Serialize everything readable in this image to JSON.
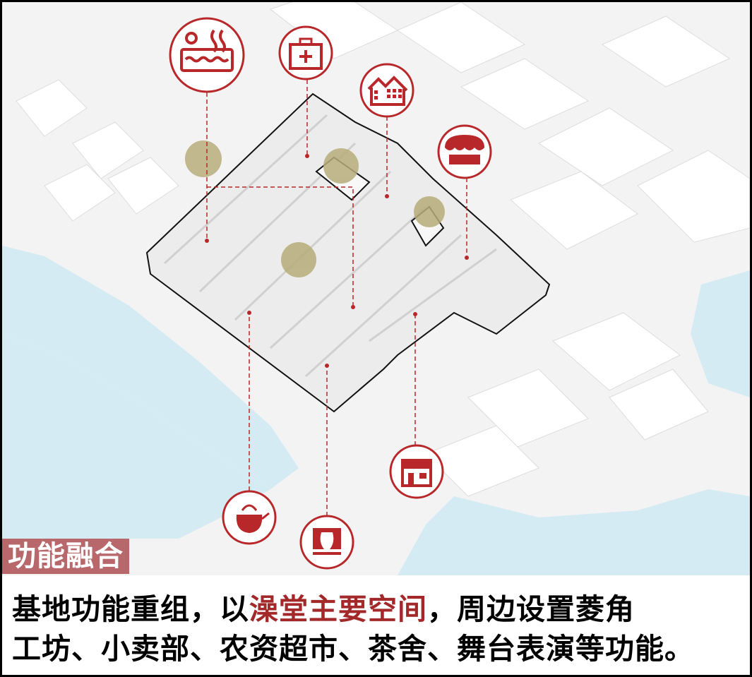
{
  "title_tag": "功能融合",
  "caption": {
    "line1_before": "基地功能重组，以",
    "line1_highlight": "澡堂主要空间",
    "line1_after": "，周边设置菱角",
    "line2": "工坊、小卖部、农资超市、茶舍、舞台表演等功能。"
  },
  "icons": [
    "bathhouse-icon",
    "clinic-icon",
    "housing-icon",
    "shop-awning-icon",
    "store-icon",
    "teapot-icon",
    "stage-icon"
  ],
  "colors": {
    "accent": "#b8282a",
    "water": "#d5ebf3",
    "tree": "#b7ad7a",
    "tag_bg": "#b8686b"
  }
}
